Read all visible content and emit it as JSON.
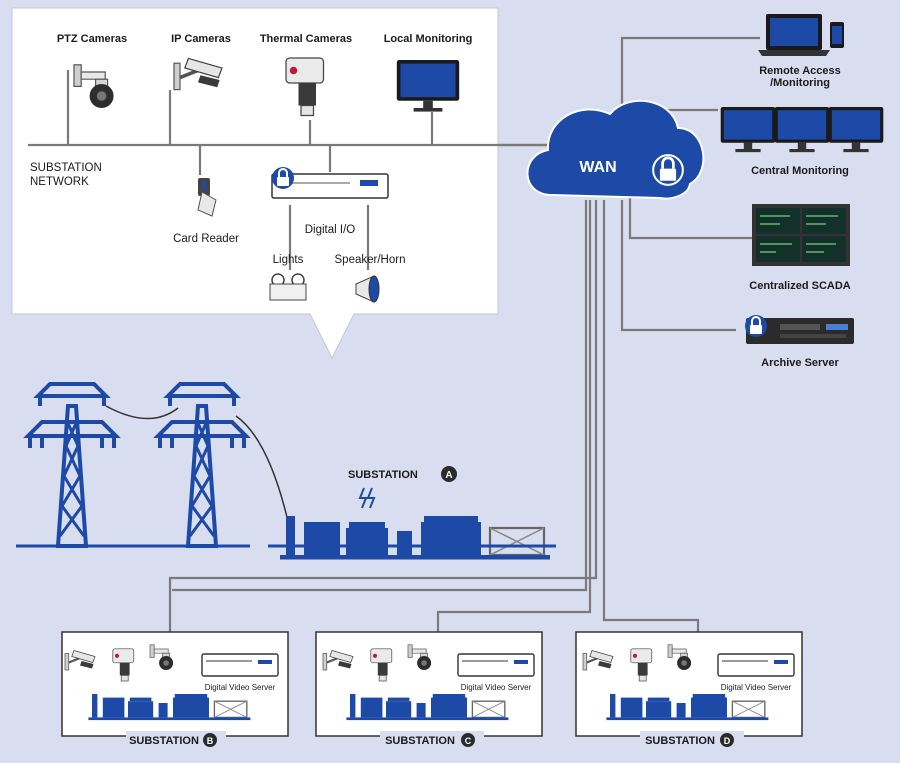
{
  "network_panel": {
    "devices_top": [
      "PTZ Cameras",
      "IP Cameras",
      "Thermal Cameras",
      "Local Monitoring"
    ],
    "network_label_line1": "SUBSTATION",
    "network_label_line2": "NETWORK",
    "card_reader": "Card Reader",
    "digital_io": "Digital I/O",
    "lights": "Lights",
    "speaker": "Speaker/Horn"
  },
  "wan": {
    "label": "WAN"
  },
  "remote": {
    "remote_access_line1": "Remote Access",
    "remote_access_line2": "/Monitoring",
    "central_monitoring": "Central Monitoring",
    "scada": "Centralized SCADA",
    "archive": "Archive Server"
  },
  "substation_a": {
    "label": "SUBSTATION",
    "letter": "A"
  },
  "substations": [
    {
      "label": "SUBSTATION",
      "letter": "B",
      "dvs_label": "Digital Video Server"
    },
    {
      "label": "SUBSTATION",
      "letter": "C",
      "dvs_label": "Digital Video Server"
    },
    {
      "label": "SUBSTATION",
      "letter": "D",
      "dvs_label": "Digital Video Server"
    }
  ],
  "colors": {
    "background": "#d9ddf0",
    "accent_blue": "#1d4aa6",
    "panel": "#ffffff",
    "wire": "#7a7a7a"
  }
}
